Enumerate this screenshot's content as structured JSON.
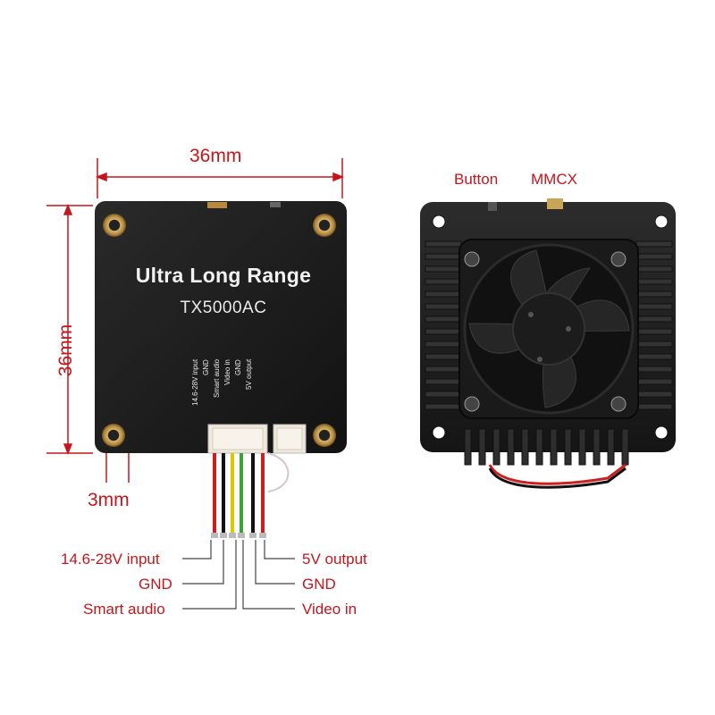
{
  "dimensions": {
    "width_label": "36mm",
    "height_label": "36mm",
    "hole_label": "3mm"
  },
  "board": {
    "title": "Ultra Long Range",
    "model": "TX5000AC",
    "silkscreen_pins": [
      "14.6-28V input",
      "GND",
      "Smart audio",
      "Video in",
      "GND",
      "5V output"
    ]
  },
  "wire_labels": {
    "left": [
      "14.6-28V input",
      "GND",
      "Smart audio"
    ],
    "right": [
      "5V output",
      "GND",
      "Video in"
    ]
  },
  "back_labels": {
    "button": "Button",
    "connector": "MMCX"
  },
  "colors": {
    "annotation": "#c4161c",
    "board": "#1b1b1b",
    "heatsink": "#222222"
  }
}
